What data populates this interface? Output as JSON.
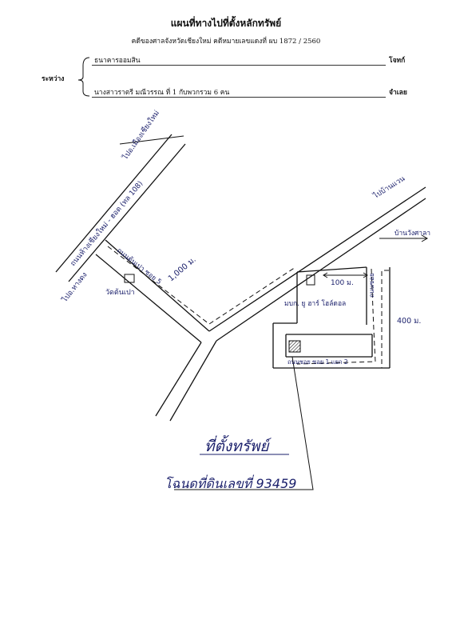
{
  "header": {
    "title": "แผนที่ทางไปที่ตั้งหลักทรัพย์",
    "subtitle": "คดีของศาลจังหวัดเชียงใหม่  คดีหมายเลขแดงที่  ผบ 1872 / 2560"
  },
  "parties": {
    "between_label": "ระหว่าง",
    "plaintiff_name": "ธนาคารออมสิน",
    "plaintiff_role": "โจทก์",
    "defendant_name": "นางสาวราตรี  มณีวรรณ  ที่ 1  กับพวกรวม 6 คน",
    "defendant_role": "จำเลย"
  },
  "map": {
    "road_main": "ถนนห้างเชียงใหม่ - ฮอด (ทล 108)",
    "to_chiangmai": "ไปอ.เมืองเชียงใหม่",
    "to_hangdong": "ไปอ.หางดง",
    "road_tonpao": "ถนนต้นเปา ซอย 5",
    "distance_1000": "1,000 ม.",
    "temple": "วัดต้นเปา",
    "to_banwaen": "ไปบ้านแวน",
    "to_banwangsala": "บ้านวังศาลา",
    "distance_100": "100 ม.",
    "village": "มบก. ยู ฮาร์ โฮล์ดอล",
    "soi_label": "ถนนซอย",
    "distance_400": "400 ม.",
    "alley_label": "ถนนซอย ซอย 1 แยก 2",
    "location_title": "ที่ตั้งทรัพย์",
    "deed_number": "โฉนดที่ดินเลขที่  93459"
  },
  "colors": {
    "ink": "#111111",
    "pen": "#1a1f6b",
    "hatch": "#222222"
  }
}
